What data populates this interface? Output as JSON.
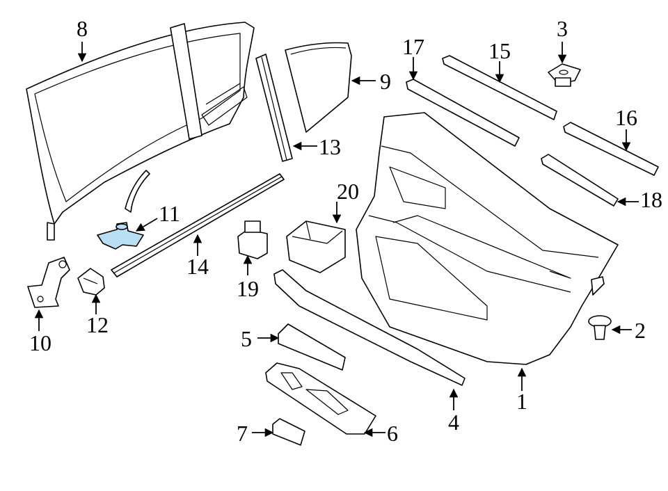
{
  "diagram": {
    "highlight_color": "#b9dff5",
    "callouts": [
      {
        "id": "c1",
        "number": "1"
      },
      {
        "id": "c2",
        "number": "2"
      },
      {
        "id": "c3",
        "number": "3"
      },
      {
        "id": "c4",
        "number": "4"
      },
      {
        "id": "c5",
        "number": "5"
      },
      {
        "id": "c6",
        "number": "6"
      },
      {
        "id": "c7",
        "number": "7"
      },
      {
        "id": "c8",
        "number": "8"
      },
      {
        "id": "c9",
        "number": "9"
      },
      {
        "id": "c10",
        "number": "10"
      },
      {
        "id": "c11",
        "number": "11",
        "highlighted": true
      },
      {
        "id": "c12",
        "number": "12"
      },
      {
        "id": "c13",
        "number": "13"
      },
      {
        "id": "c14",
        "number": "14"
      },
      {
        "id": "c15",
        "number": "15"
      },
      {
        "id": "c16",
        "number": "16"
      },
      {
        "id": "c17",
        "number": "17"
      },
      {
        "id": "c18",
        "number": "18"
      },
      {
        "id": "c19",
        "number": "19"
      },
      {
        "id": "c20",
        "number": "20"
      }
    ]
  }
}
